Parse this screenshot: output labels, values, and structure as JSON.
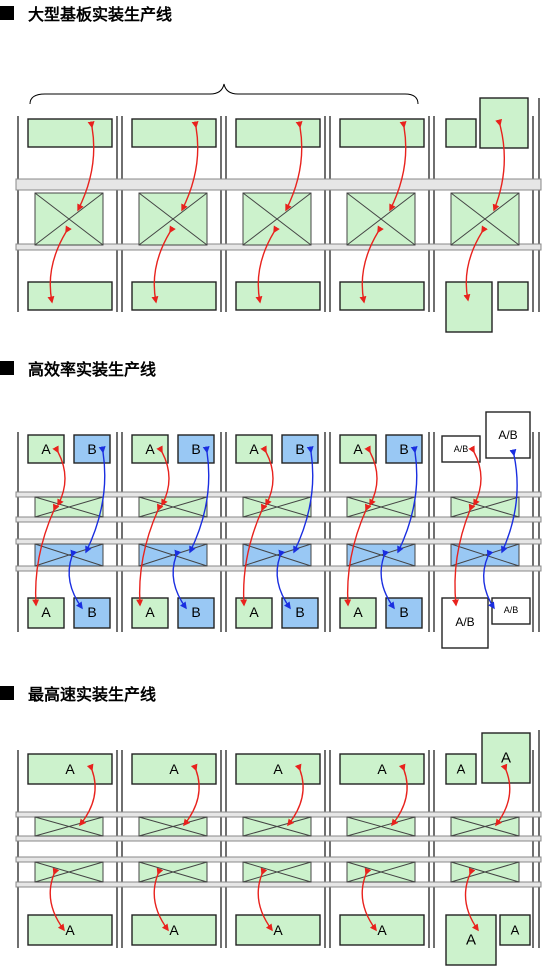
{
  "sections": [
    {
      "title": "大型基板实装生产线"
    },
    {
      "title": "高效率实装生产线"
    },
    {
      "title": "最高速实装生产线"
    }
  ],
  "labels": {
    "a": "A",
    "b": "B",
    "ab": "A/B"
  },
  "colors": {
    "green": "#ccf2cc",
    "blue": "#99c8f4",
    "white": "#ffffff",
    "arrow_red": "#e8221d",
    "arrow_blue": "#1a2ee0",
    "rail": "#888888",
    "machine_stroke": "#222222"
  }
}
